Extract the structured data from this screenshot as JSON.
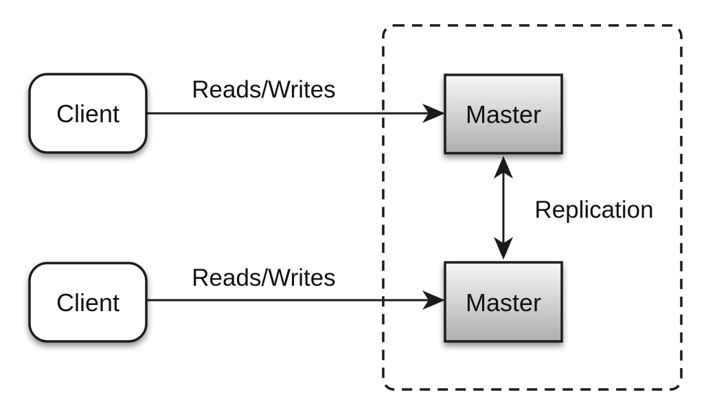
{
  "diagram": {
    "nodes": {
      "client_top": {
        "label": "Client"
      },
      "client_bottom": {
        "label": "Client"
      },
      "master_top": {
        "label": "Master"
      },
      "master_bottom": {
        "label": "Master"
      }
    },
    "edges": {
      "client_top_to_master_top": {
        "label": "Reads/Writes"
      },
      "client_bottom_to_master_bottom": {
        "label": "Reads/Writes"
      },
      "master_to_master": {
        "label": "Replication"
      }
    },
    "colors": {
      "background": "#ffffff",
      "stroke": "#1a1a1a",
      "client_fill": "#ffffff",
      "master_gradient_top": "#f7f7f7",
      "master_gradient_bottom": "#aeaeae",
      "shadow": "#000000"
    }
  }
}
